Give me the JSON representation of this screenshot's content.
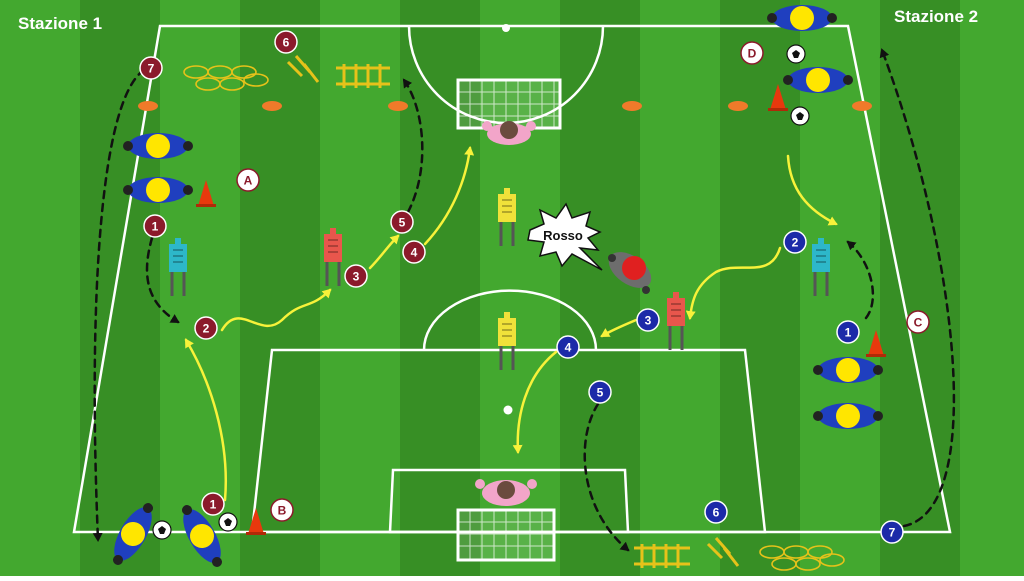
{
  "diagram": {
    "station_1": "Stazione 1",
    "station_2": "Stazione 2",
    "callout": "Rosso",
    "letters": {
      "a": "A",
      "b": "B",
      "c": "C",
      "d": "D"
    },
    "station1_steps": [
      "1",
      "2",
      "3",
      "4",
      "5",
      "6",
      "7"
    ],
    "station2_steps": [
      "1",
      "2",
      "3",
      "4",
      "5",
      "6",
      "7"
    ],
    "b1_start_step": "1",
    "colors": {
      "pitch_light": "#43a82f",
      "pitch_dark": "#378f25",
      "lines": "#ffffff",
      "station1_marker": "#8b1a2b",
      "station2_marker": "#1c2aa8",
      "player_shirt": "#1f3fbf",
      "player_head": "#ffe600",
      "goalkeeper": "#f2a5c9",
      "defender": "#e02020",
      "pass_arrow": "#f7f23a",
      "run_arrow": "#111111",
      "cone": "#e8380d",
      "flat_marker": "#f07a2a",
      "ladder": "#e6c21a"
    },
    "icons": [
      "soccer-ball-icon",
      "cone-icon",
      "mannequin-icon",
      "agility-ladder-icon",
      "hurdle-icon",
      "goal-icon"
    ]
  }
}
